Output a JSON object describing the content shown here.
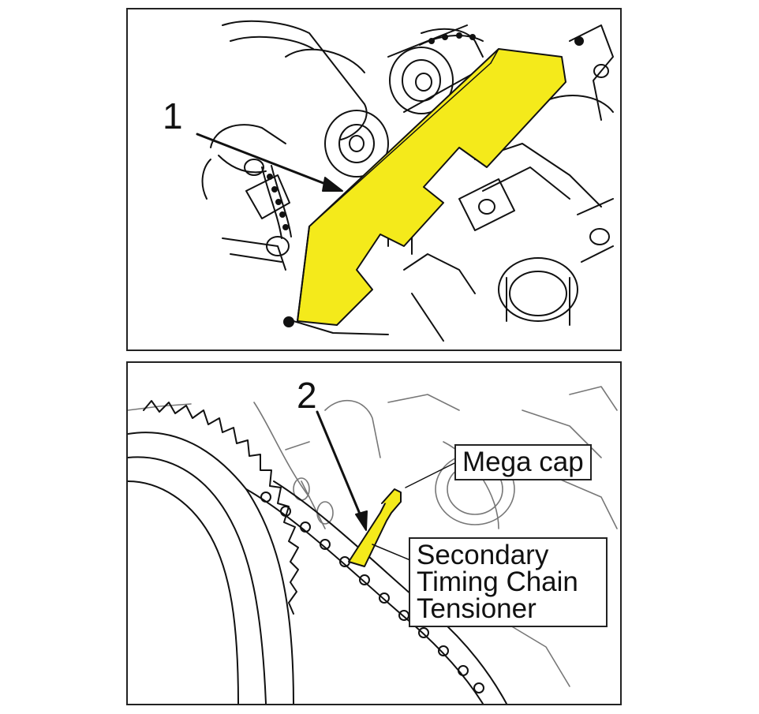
{
  "figure": {
    "callouts": [
      {
        "id": "callout-1",
        "number": "1"
      },
      {
        "id": "callout-2",
        "number": "2"
      }
    ],
    "labels": {
      "mega_cap": "Mega cap",
      "tensioner_lines": [
        "Secondary",
        "Timing Chain",
        "Tensioner"
      ]
    },
    "colors": {
      "tool_fill": "#f4ea1b",
      "line": "#111111",
      "background": "#ffffff"
    }
  }
}
